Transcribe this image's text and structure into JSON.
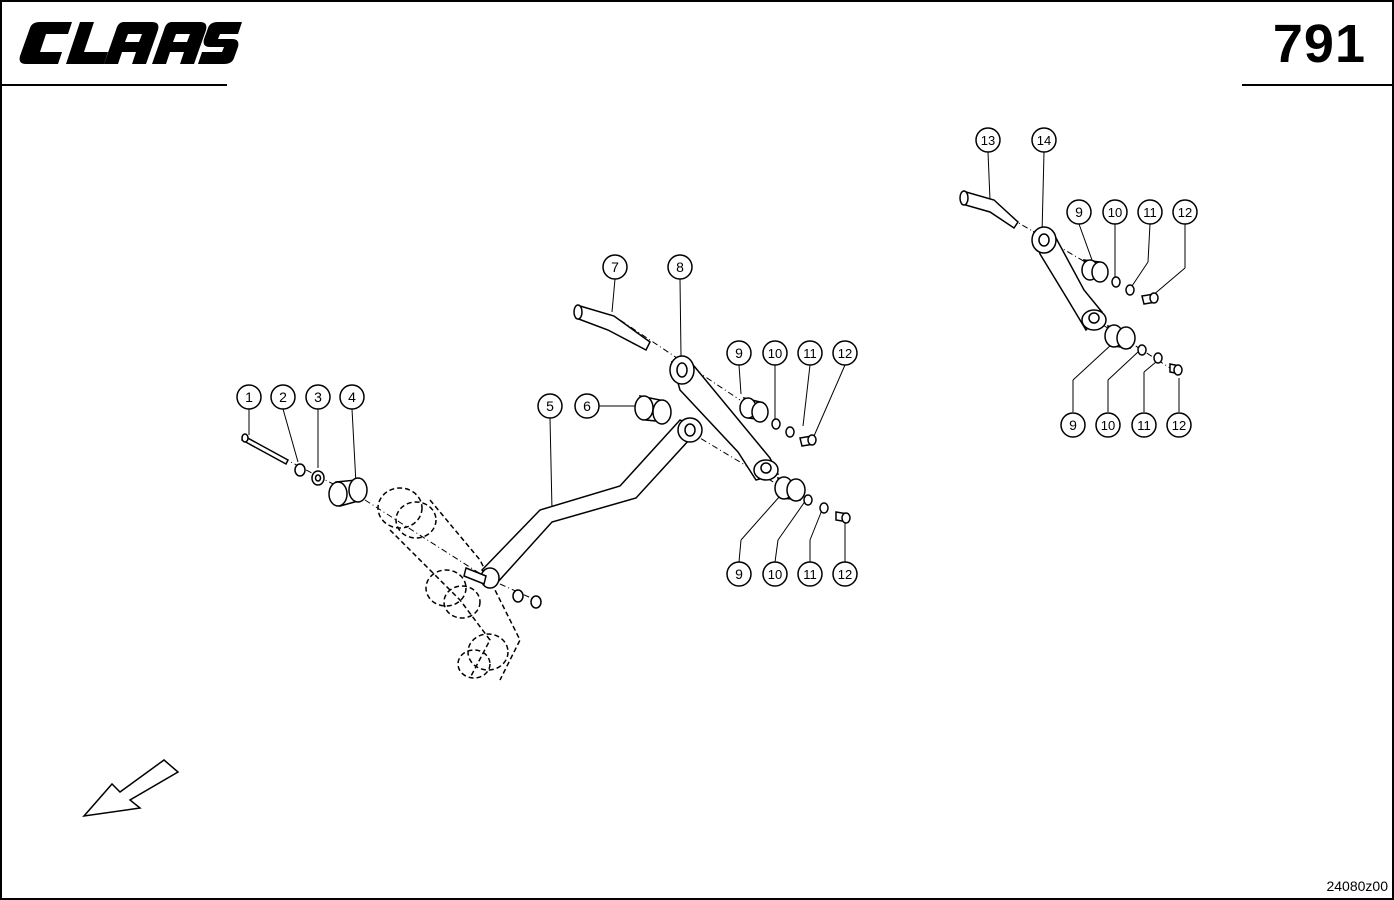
{
  "header": {
    "brand": "CLAAS",
    "page_number": "791"
  },
  "footer": {
    "drawing_ref": "24080z00"
  },
  "callouts": {
    "main_assembly": [
      "1",
      "2",
      "3",
      "4",
      "5",
      "6",
      "7",
      "8",
      "9",
      "10",
      "11",
      "12"
    ],
    "main_lower_row": [
      "9",
      "10",
      "11",
      "12"
    ],
    "detail_top_row": [
      "13",
      "14",
      "9",
      "10",
      "11",
      "12"
    ],
    "detail_bottom_row": [
      "9",
      "10",
      "11",
      "12"
    ]
  },
  "colors": {
    "ink": "#000000",
    "paper": "#ffffff",
    "brand": "#000000"
  },
  "icons": {
    "direction_arrow": "arrow-down-left-icon"
  }
}
